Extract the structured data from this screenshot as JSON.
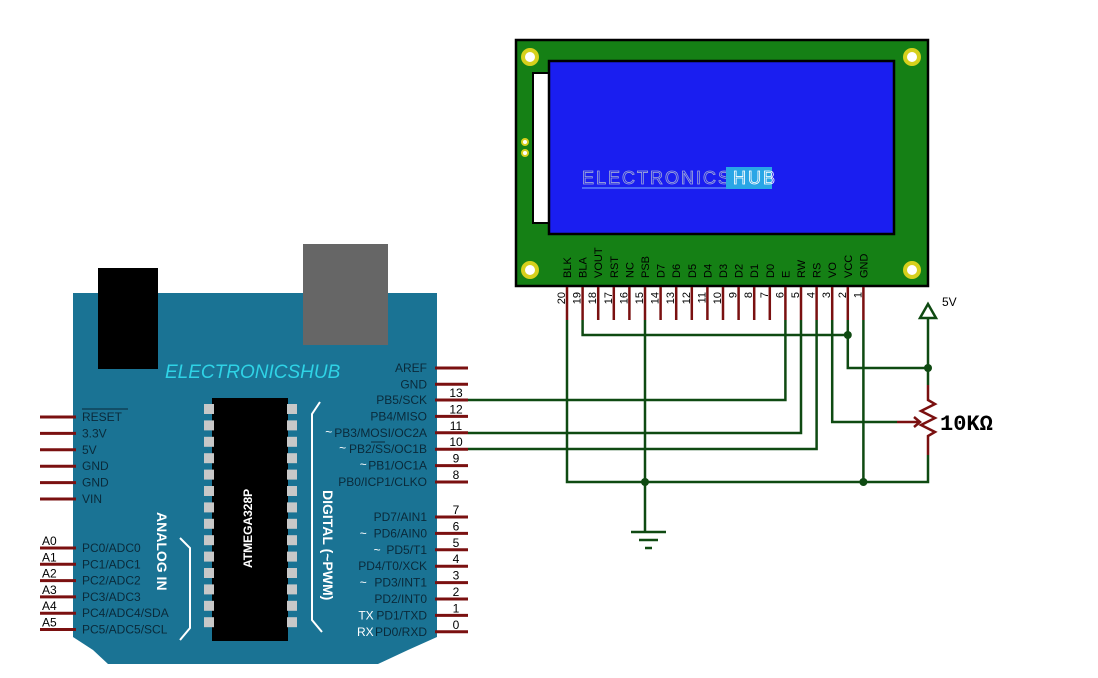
{
  "colors": {
    "board": "#1a7394",
    "board_text": "#0a2a3a",
    "board_logo": "#2fd3e6",
    "pin_red": "#7a1010",
    "wire_green": "#0f4a12",
    "lcd_pcb": "#158015",
    "lcd_screen": "#1a1ef0",
    "lcd_hole_ring": "#d6d01c",
    "chip": "#000000",
    "chip_pin": "#c8c8c8",
    "usb_block": "#666666",
    "power_jack": "#000000",
    "hub_badge": "#29a6e6"
  },
  "arduino": {
    "logo": "ELECTRONICSHUB",
    "chip_label": "ATMEGA328P",
    "analog_group_label": "ANALOG IN",
    "digital_group_label": "DIGITAL (~PWM)",
    "power_pins": [
      "RESET",
      "3.3V",
      "5V",
      "GND",
      "GND",
      "VIN"
    ],
    "analog_pins": [
      {
        "num": "A0",
        "label": "PC0/ADC0"
      },
      {
        "num": "A1",
        "label": "PC1/ADC1"
      },
      {
        "num": "A2",
        "label": "PC2/ADC2"
      },
      {
        "num": "A3",
        "label": "PC3/ADC3"
      },
      {
        "num": "A4",
        "label": "PC4/ADC4/SDA"
      },
      {
        "num": "A5",
        "label": "PC5/ADC5/SCL"
      }
    ],
    "top_right_pins": [
      "AREF",
      "GND"
    ],
    "digital_pins_high": [
      {
        "num": "13",
        "prefix": "",
        "label": "PB5/SCK"
      },
      {
        "num": "12",
        "prefix": "",
        "label": "PB4/MISO"
      },
      {
        "num": "11",
        "prefix": "~",
        "label": "PB3/MOSI/OC2A"
      },
      {
        "num": "10",
        "prefix": "~",
        "label": "PB2/SS/OC1B"
      },
      {
        "num": "9",
        "prefix": "~",
        "label": "PB1/OC1A"
      },
      {
        "num": "8",
        "prefix": "",
        "label": "PB0/ICP1/CLKO"
      }
    ],
    "digital_pins_low": [
      {
        "num": "7",
        "prefix": "",
        "label": "PD7/AIN1"
      },
      {
        "num": "6",
        "prefix": "~",
        "label": "PD6/AIN0"
      },
      {
        "num": "5",
        "prefix": "~",
        "label": "PD5/T1"
      },
      {
        "num": "4",
        "prefix": "",
        "label": "PD4/T0/XCK"
      },
      {
        "num": "3",
        "prefix": "~",
        "label": "PD3/INT1"
      },
      {
        "num": "2",
        "prefix": "",
        "label": "PD2/INT0"
      },
      {
        "num": "1",
        "prefix": "TX",
        "label": "PD1/TXD"
      },
      {
        "num": "0",
        "prefix": "RX",
        "label": "PD0/RXD"
      }
    ]
  },
  "lcd": {
    "brand_text": "ELECTRONICS",
    "brand_badge": "HUB",
    "pins": [
      {
        "num": "20",
        "label": "BLK"
      },
      {
        "num": "19",
        "label": "BLA"
      },
      {
        "num": "18",
        "label": "VOUT"
      },
      {
        "num": "17",
        "label": "RST"
      },
      {
        "num": "16",
        "label": "NC"
      },
      {
        "num": "15",
        "label": "PSB"
      },
      {
        "num": "14",
        "label": "D7"
      },
      {
        "num": "13",
        "label": "D6"
      },
      {
        "num": "12",
        "label": "D5"
      },
      {
        "num": "11",
        "label": "D4"
      },
      {
        "num": "10",
        "label": "D3"
      },
      {
        "num": "9",
        "label": "D2"
      },
      {
        "num": "8",
        "label": "D1"
      },
      {
        "num": "7",
        "label": "D0"
      },
      {
        "num": "6",
        "label": "E"
      },
      {
        "num": "5",
        "label": "RW"
      },
      {
        "num": "4",
        "label": "RS"
      },
      {
        "num": "3",
        "label": "VO"
      },
      {
        "num": "2",
        "label": "VCC"
      },
      {
        "num": "1",
        "label": "GND"
      }
    ]
  },
  "power": {
    "supply_label": "5V",
    "pot_label": "10KΩ"
  },
  "connections": [
    {
      "from": "Arduino 13",
      "to": "LCD 6 (E)"
    },
    {
      "from": "Arduino 11",
      "to": "LCD 5 (RW)"
    },
    {
      "from": "Arduino 10",
      "to": "LCD 4 (RS)"
    },
    {
      "from": "LCD 3 (VO)",
      "to": "10KΩ wiper"
    },
    {
      "from": "LCD 2 (VCC)",
      "to": "5V"
    },
    {
      "from": "LCD 19 (BLA)",
      "to": "5V"
    },
    {
      "from": "LCD 1 (GND)",
      "to": "GND"
    },
    {
      "from": "LCD 15 (PSB)",
      "to": "GND"
    },
    {
      "from": "LCD 20 (BLK)",
      "to": "GND"
    }
  ]
}
